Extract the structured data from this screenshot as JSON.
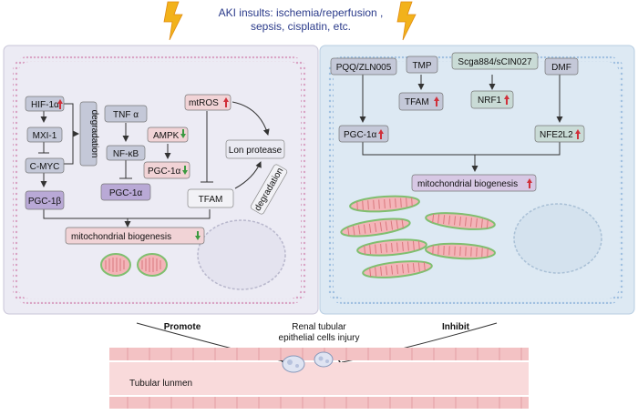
{
  "header": {
    "title_line1": "AKI insults: ischemia/reperfusion ,",
    "title_line2": "sepsis, cisplatin, etc."
  },
  "left_panel": {
    "hif": "HIF-1α",
    "mxi": "MXI-1",
    "cmyc": "C-MYC",
    "pgc1b": "PGC-1β",
    "degradation_left": "degradation",
    "tnf": "TNF α",
    "nfkb": "NF-κB",
    "pgc1a_purple": "PGC-1α",
    "ampk": "AMPK",
    "pgc1a_down": "PGC-1α",
    "mtros": "mtROS",
    "lon": "Lon protease",
    "degradation_right": "degradation",
    "tfam": "TFAM",
    "mito_bio": "mitochondrial biogenesis"
  },
  "right_panel": {
    "pqq": "PQQ/ZLN005",
    "tmp": "TMP",
    "scga": "Scga884/sCIN027",
    "dmf": "DMF",
    "tfam": "TFAM",
    "nrf1": "NRF1",
    "pgc1a": "PGC-1α",
    "nfe2l2": "NFE2L2",
    "mito_bio": "mitochondrial biogenesis"
  },
  "bottom": {
    "promote": "Promote",
    "injury_line1": "Renal tubular",
    "injury_line2": "epithelial cells injury",
    "inhibit": "Inhibit",
    "lumen": "Tubular lunmen"
  },
  "colors": {
    "up_arrow": "#d0303a",
    "down_arrow": "#3a9a40",
    "lightning": "#f2b21b",
    "left_panel_bg": "#ecebf4",
    "right_panel_bg": "#dde9f3",
    "lumen": "#f3c2c4"
  }
}
